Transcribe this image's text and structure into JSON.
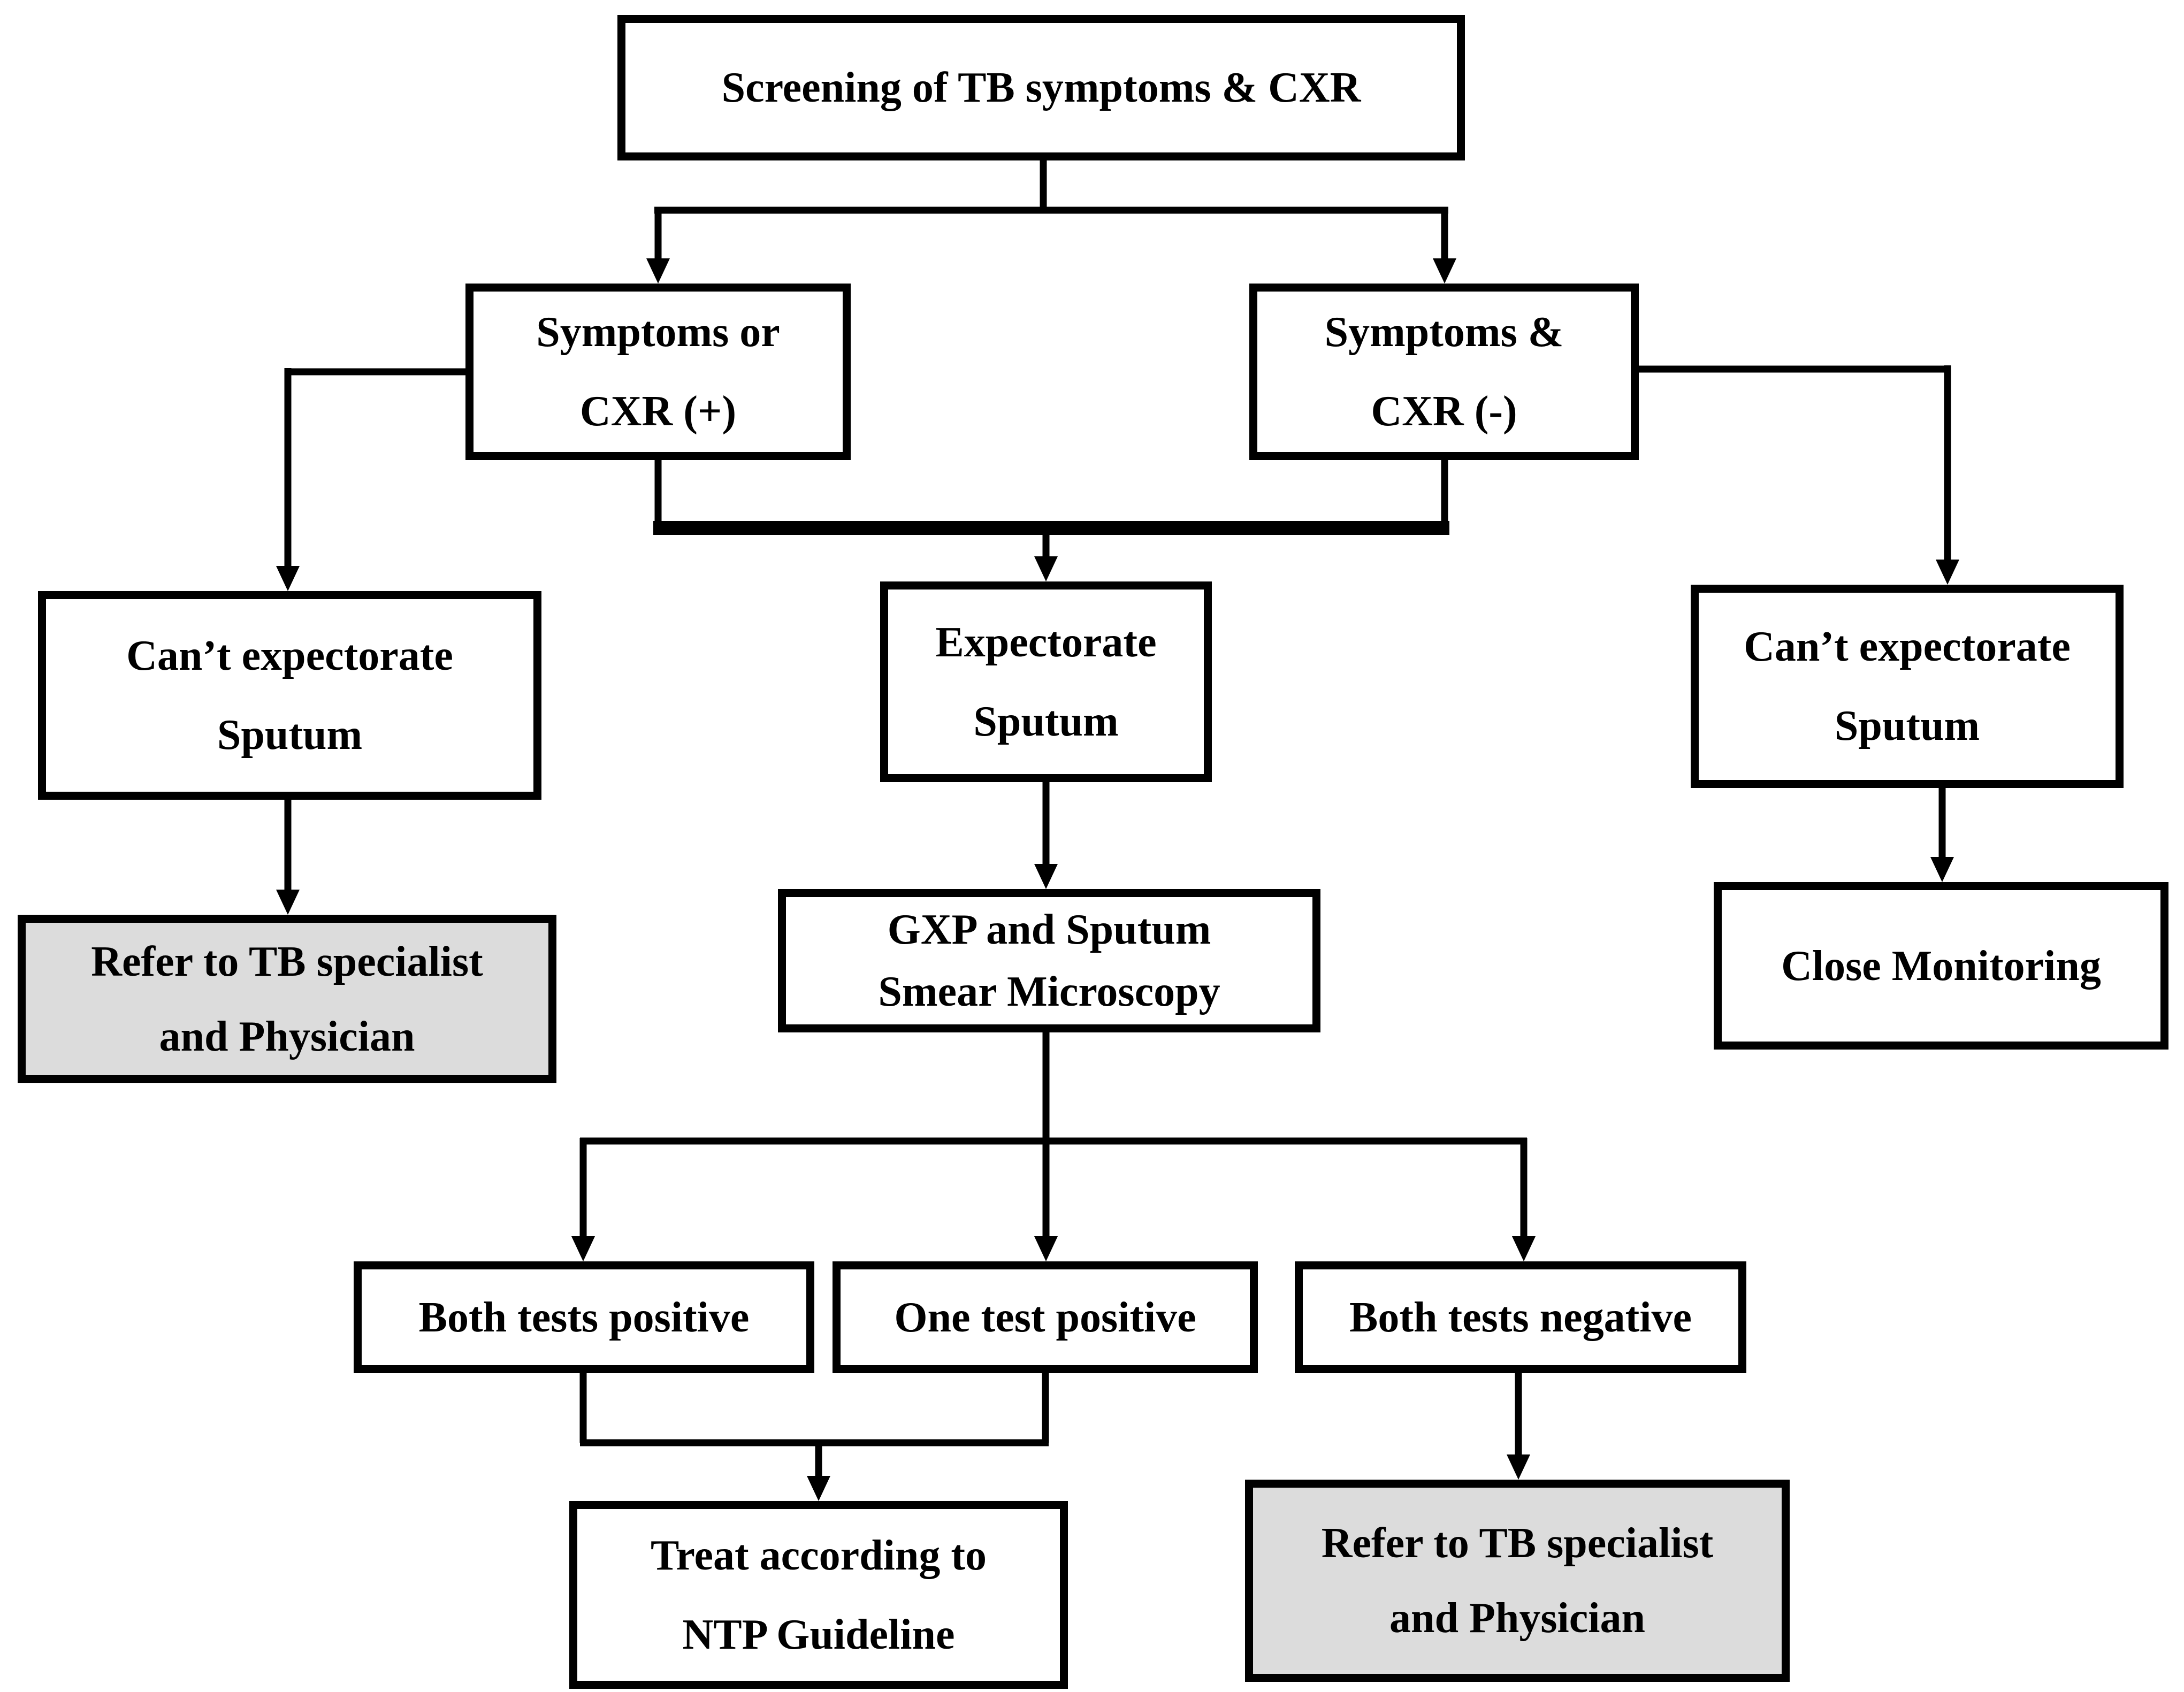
{
  "diagram": {
    "type": "flowchart",
    "colors": {
      "background": "#ffffff",
      "node_fill": "#ffffff",
      "node_border": "#000000",
      "highlight_fill": "#dcdcdc",
      "connector": "#000000"
    },
    "nodes": {
      "screening": {
        "label": "Screening of TB symptoms & CXR",
        "lines": [
          "Screening of TB symptoms & CXR"
        ]
      },
      "symptoms_positive": {
        "label": "Symptoms or CXR (+)",
        "lines": [
          "Symptoms or",
          "CXR (+)"
        ]
      },
      "symptoms_negative": {
        "label": "Symptoms & CXR (-)",
        "lines": [
          "Symptoms &",
          "CXR (-)"
        ]
      },
      "cant_expectorate_left": {
        "label": "Can’t expectorate Sputum",
        "lines": [
          "Can’t expectorate",
          "Sputum"
        ]
      },
      "expectorate": {
        "label": "Expectorate Sputum",
        "lines": [
          "Expectorate",
          "Sputum"
        ]
      },
      "cant_expectorate_right": {
        "label": "Can’t expectorate Sputum",
        "lines": [
          "Can’t expectorate",
          "Sputum"
        ]
      },
      "refer_left": {
        "label": "Refer to TB specialist and Physician",
        "lines": [
          "Refer to TB specialist",
          "and Physician"
        ],
        "highlighted": true
      },
      "gxp": {
        "label": "GXP and Sputum Smear Microscopy",
        "lines": [
          "GXP and Sputum",
          "Smear Microscopy"
        ]
      },
      "close_monitoring": {
        "label": "Close Monitoring",
        "lines": [
          "Close Monitoring"
        ]
      },
      "both_positive": {
        "label": "Both tests positive",
        "lines": [
          "Both tests positive"
        ]
      },
      "one_positive": {
        "label": "One test positive",
        "lines": [
          "One test positive"
        ]
      },
      "both_negative": {
        "label": "Both tests negative",
        "lines": [
          "Both tests negative"
        ]
      },
      "treat": {
        "label": "Treat according to NTP Guideline",
        "lines": [
          "Treat according to",
          "NTP Guideline"
        ]
      },
      "refer_right": {
        "label": "Refer to TB specialist and Physician",
        "lines": [
          "Refer to TB specialist",
          "and Physician"
        ],
        "highlighted": true
      }
    },
    "edges": [
      {
        "from": "screening",
        "to": "symptoms_positive"
      },
      {
        "from": "screening",
        "to": "symptoms_negative"
      },
      {
        "from": "symptoms_positive",
        "to": "cant_expectorate_left"
      },
      {
        "from": "symptoms_positive",
        "to": "expectorate"
      },
      {
        "from": "symptoms_negative",
        "to": "expectorate"
      },
      {
        "from": "symptoms_negative",
        "to": "cant_expectorate_right"
      },
      {
        "from": "cant_expectorate_left",
        "to": "refer_left"
      },
      {
        "from": "expectorate",
        "to": "gxp"
      },
      {
        "from": "cant_expectorate_right",
        "to": "close_monitoring"
      },
      {
        "from": "gxp",
        "to": "both_positive"
      },
      {
        "from": "gxp",
        "to": "one_positive"
      },
      {
        "from": "gxp",
        "to": "both_negative"
      },
      {
        "from": "both_positive",
        "to": "treat"
      },
      {
        "from": "one_positive",
        "to": "treat"
      },
      {
        "from": "both_negative",
        "to": "refer_right"
      }
    ]
  }
}
